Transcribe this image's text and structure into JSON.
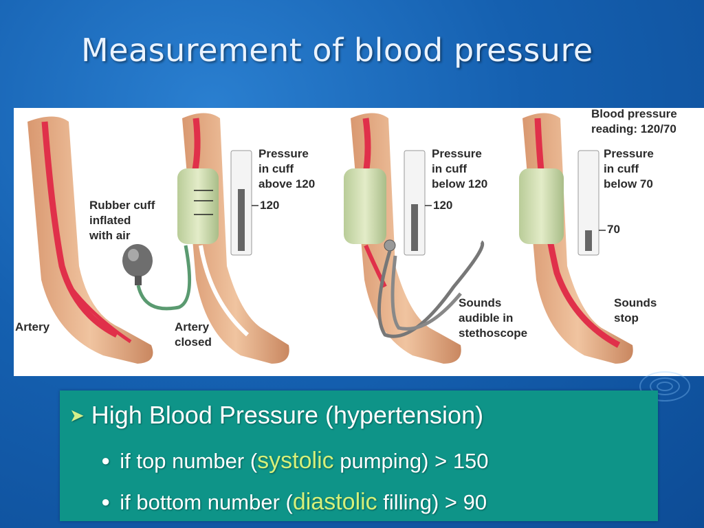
{
  "title": "Measurement of blood pressure",
  "figure": {
    "reading": "Blood pressure\nreading: 120/70",
    "panel1": {
      "cuff": "Rubber cuff\ninflated\nwith air",
      "artery": "Artery"
    },
    "panel2": {
      "pressure": "Pressure\nin cuff\nabove 120",
      "mark": "120",
      "artery": "Artery\nclosed"
    },
    "panel3": {
      "pressure": "Pressure\nin cuff\nbelow 120",
      "mark": "120",
      "sounds": "Sounds\naudible in\nstethoscope"
    },
    "panel4": {
      "pressure": "Pressure\nin cuff\nbelow 70",
      "mark": "70",
      "sounds": "Sounds\nstop"
    }
  },
  "bullets": {
    "main": "High Blood Pressure (hypertension)",
    "items": [
      {
        "before": "if top number (",
        "highlight": "systolic",
        "after": " pumping) > 150"
      },
      {
        "before": "if bottom number (",
        "highlight": "diastolic",
        "after": " filling) > 90"
      }
    ]
  },
  "colors": {
    "background": "#1560b0",
    "textbox": "#0e9488",
    "highlight": "#d4f07a",
    "artery": "#e0304a",
    "cuff": "#cfdcb0"
  }
}
